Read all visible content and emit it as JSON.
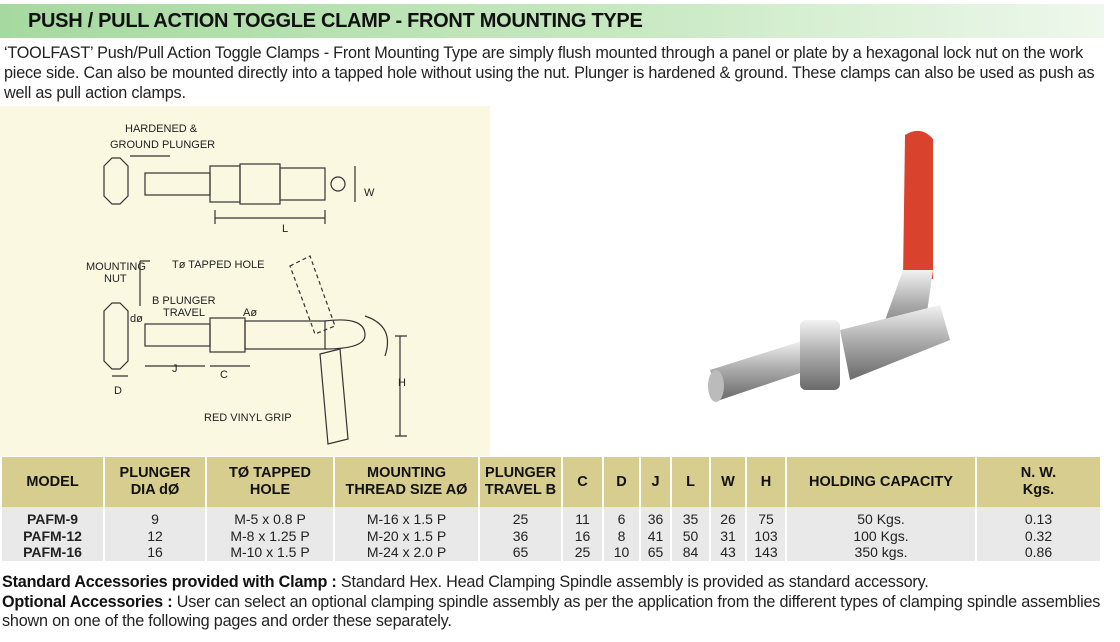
{
  "title": "PUSH / PULL ACTION TOGGLE CLAMP - FRONT MOUNTING TYPE",
  "intro": "‘TOOLFAST’  Push/Pull Action Toggle Clamps - Front Mounting Type are simply flush mounted through a panel or plate by a hexagonal lock nut on the work piece side. Can also be mounted directly into a tapped hole without using the nut. Plunger is hardened & ground. These clamps can also be used as push as well as pull action clamps.",
  "drawing": {
    "hardened_1": "HARDENED &",
    "hardened_2": "GROUND PLUNGER",
    "w": "W",
    "l": "L",
    "mounting_1": "MOUNTING",
    "mounting_2": "NUT",
    "tapped": "Tø TAPPED HOLE",
    "bplunger_1": "B PLUNGER",
    "bplunger_2": "TRAVEL",
    "dia": "dø",
    "a": "Aø",
    "j": "J",
    "c": "C",
    "d": "D",
    "h": "H",
    "grip": "RED VINYL GRIP"
  },
  "table": {
    "headers": [
      [
        "MODEL",
        ""
      ],
      [
        "PLUNGER",
        "DIA dØ"
      ],
      [
        "TØ TAPPED",
        "HOLE"
      ],
      [
        "MOUNTING",
        "THREAD SIZE AØ"
      ],
      [
        "PLUNGER",
        "TRAVEL B"
      ],
      [
        "C",
        ""
      ],
      [
        "D",
        ""
      ],
      [
        "J",
        ""
      ],
      [
        "L",
        ""
      ],
      [
        "W",
        ""
      ],
      [
        "H",
        ""
      ],
      [
        "HOLDING CAPACITY",
        ""
      ],
      [
        "N. W.",
        "Kgs."
      ]
    ],
    "rows": [
      [
        "PAFM-9",
        "9",
        "M-5 x 0.8 P",
        "M-16 x 1.5 P",
        "25",
        "11",
        "6",
        "36",
        "35",
        "26",
        "75",
        "50  Kgs.",
        "0.13"
      ],
      [
        "PAFM-12",
        "12",
        "M-8 x 1.25 P",
        "M-20 x 1.5 P",
        "36",
        "16",
        "8",
        "41",
        "50",
        "31",
        "103",
        "100 Kgs.",
        "0.32"
      ],
      [
        "PAFM-16",
        "16",
        "M-10 x 1.5 P",
        "M-24 x 2.0 P",
        "65",
        "25",
        "10",
        "65",
        "84",
        "43",
        "143",
        "350 kgs.",
        "0.86"
      ]
    ]
  },
  "footer": {
    "std_label": "Standard Accessories provided with Clamp :",
    "std_text": " Standard Hex. Head Clamping Spindle assembly is provided as standard accessory.",
    "opt_label": "Optional Accessories :",
    "opt_text": " User can select an optional clamping spindle assembly as per the application from the different types of clamping spindle assemblies shown on one of the following pages and order these separately."
  },
  "colors": {
    "title_bar": "#a6d9a0",
    "table_header": "#d7cd8e",
    "drawing_bg": "#fbf8e2",
    "grip": "#d9432e"
  }
}
